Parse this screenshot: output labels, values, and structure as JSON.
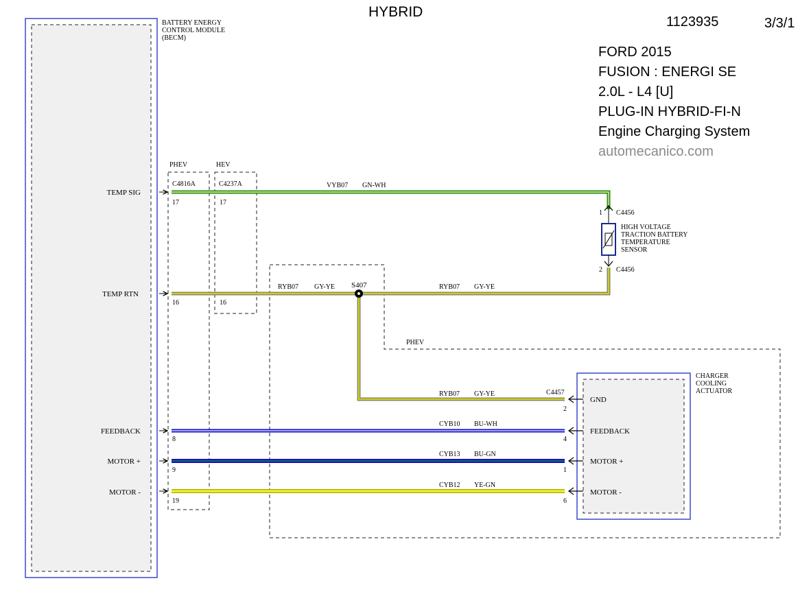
{
  "header": {
    "title": "HYBRID",
    "doc_id": "1123935",
    "page_ref": "3/3/1",
    "vehicle_lines": [
      "FORD 2015",
      "FUSION : ENERGI SE",
      "2.0L - L4 [U]",
      "PLUG-IN HYBRID-FI-N",
      "Engine Charging System"
    ],
    "website": "automecanico.com"
  },
  "becm": {
    "name_lines": [
      "BATTERY ENERGY",
      "CONTROL MODULE",
      "(BECM)"
    ],
    "border_color": "#3b48c8"
  },
  "connectors": {
    "phev_group_label": "PHEV",
    "hev_group_label": "HEV",
    "phev_id": "C4816A",
    "hev_id": "C4237A",
    "sensor_conn": "C4456",
    "actuator_conn": "C4457"
  },
  "splice": {
    "id": "S407",
    "group_label": "PHEV"
  },
  "sensor": {
    "name_lines": [
      "HIGH VOLTAGE",
      "TRACTION BATTERY",
      "TEMPERATURE",
      "SENSOR"
    ],
    "pin_top": "1",
    "pin_bottom": "2"
  },
  "actuator": {
    "name_lines": [
      "CHARGER",
      "COOLING",
      "ACTUATOR"
    ]
  },
  "circuits": [
    {
      "id": "temp-sig",
      "becm_label": "TEMP SIG",
      "phev_pin": "17",
      "hev_pin": "17",
      "circuit": "VYB07",
      "color_code": "GN-WH",
      "colors": [
        "#2f8f00",
        "#ffffff"
      ]
    },
    {
      "id": "temp-rtn",
      "becm_label": "TEMP RTN",
      "phev_pin": "16",
      "hev_pin": "16",
      "circuit": "RYB07",
      "color_code": "GY-YE",
      "colors": [
        "#8a8a6a",
        "#e6e600"
      ]
    },
    {
      "id": "gnd",
      "circuit": "RYB07",
      "color_code": "GY-YE",
      "actuator_label": "GND",
      "actuator_pin": "2",
      "colors": [
        "#8a8a6a",
        "#e6e600"
      ]
    },
    {
      "id": "feedback",
      "becm_label": "FEEDBACK",
      "phev_pin": "8",
      "circuit": "CYB10",
      "color_code": "BU-WH",
      "actuator_label": "FEEDBACK",
      "actuator_pin": "4",
      "colors": [
        "#1010cc",
        "#ffffff"
      ]
    },
    {
      "id": "motor-plus",
      "becm_label": "MOTOR +",
      "phev_pin": "9",
      "circuit": "CYB13",
      "color_code": "BU-GN",
      "actuator_label": "MOTOR +",
      "actuator_pin": "1",
      "colors": [
        "#1010cc",
        "#1a8a2a"
      ]
    },
    {
      "id": "motor-minus",
      "becm_label": "MOTOR -",
      "phev_pin": "19",
      "circuit": "CYB12",
      "color_code": "YE-GN",
      "actuator_label": "MOTOR -",
      "actuator_pin": "6",
      "colors": [
        "#e6e600",
        "#8a9a20"
      ]
    }
  ]
}
